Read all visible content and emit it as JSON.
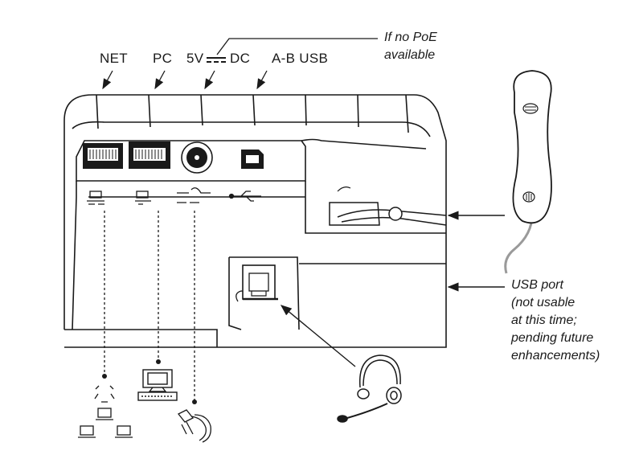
{
  "labels": {
    "net": "NET",
    "pc": "PC",
    "power_5v": "5V",
    "power_dc": "DC",
    "usb_ab": "A-B USB",
    "poe_note": "If no PoE\navailable",
    "usb_port_note": "USB port\n(not usable\nat this time;\npending future\nenhancements)"
  },
  "icons": {
    "net_port": "network-port-icon",
    "pc_port": "pc-port-icon",
    "power_port": "dc-power-icon",
    "usb_port": "usb-icon",
    "network": "network-computers-icon",
    "computer": "desktop-computer-icon",
    "adapter": "power-adapter-icon",
    "handset": "handset-icon",
    "headset": "headset-icon"
  },
  "colors": {
    "line": "#1a1a1a",
    "fill": "#ffffff",
    "gray_cable": "#9a9a9a"
  }
}
